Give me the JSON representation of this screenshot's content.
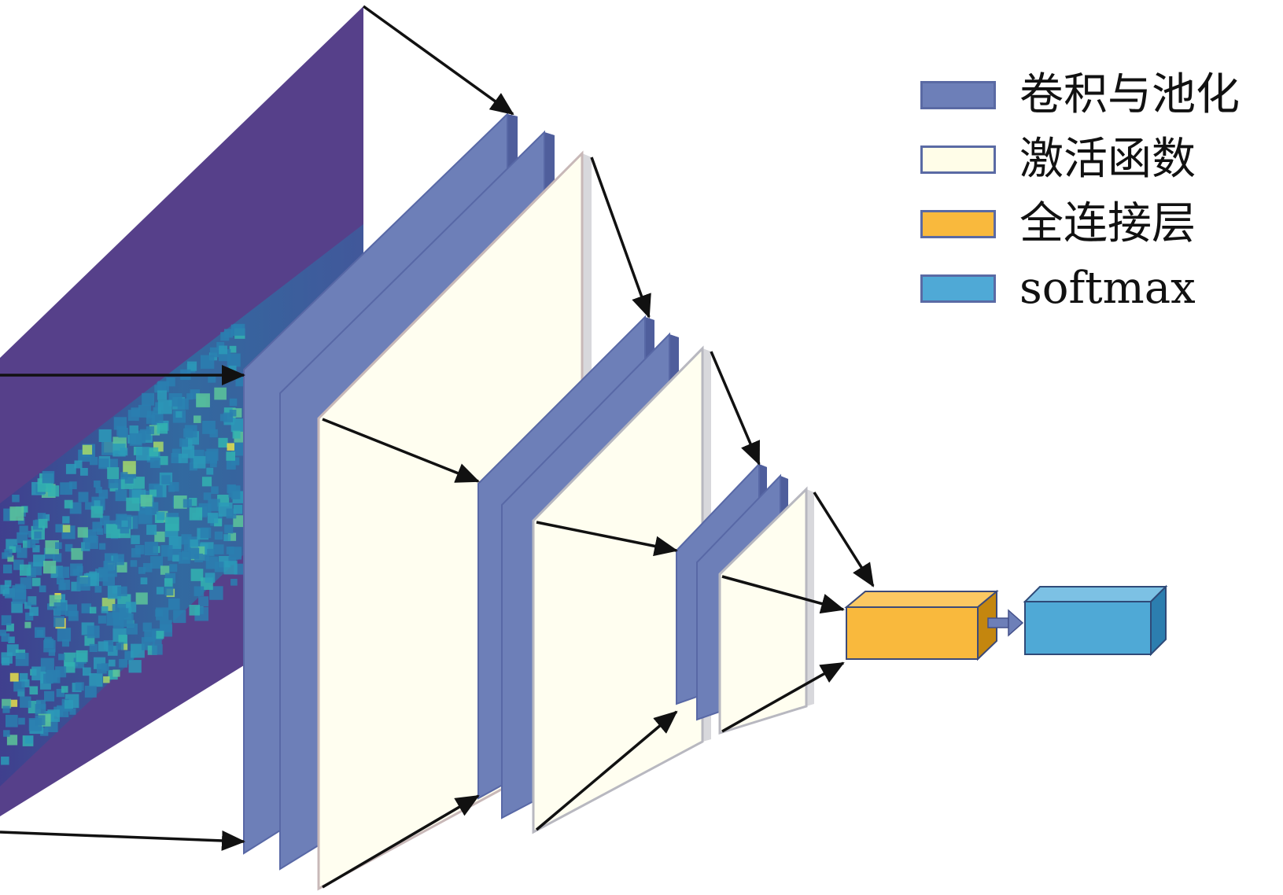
{
  "legend": [
    {
      "label": "卷积与池化",
      "color": "#6d7fb8"
    },
    {
      "label": "激活函数",
      "color": "#fffde8"
    },
    {
      "label": "全连接层",
      "color": "#f9b93d"
    },
    {
      "label": "softmax",
      "color": "#4fa9d6"
    }
  ],
  "colors": {
    "input_background": "#56408a",
    "conv": "#6d7fb8",
    "conv_dark": "#5868a6",
    "activation": "#fffef0",
    "fully_connected": "#f9b93d",
    "softmax": "#4fa9d6",
    "arrow": "#111111"
  }
}
